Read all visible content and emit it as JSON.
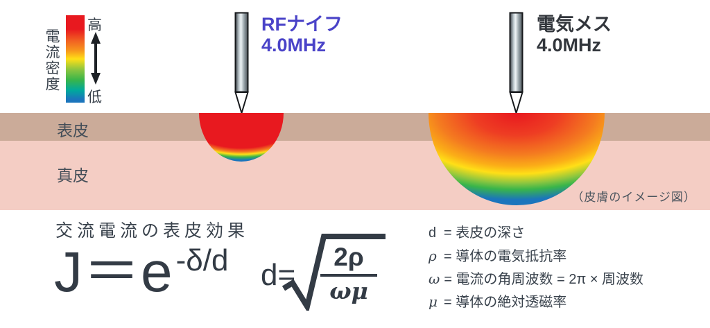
{
  "legend": {
    "title": "電流密度",
    "high": "高",
    "low": "低"
  },
  "probes": {
    "rf": {
      "name": "RFナイフ",
      "freq": "4.0MHz"
    },
    "electric": {
      "name": "電気メス",
      "freq": "4.0MHz"
    }
  },
  "skin": {
    "epidermis_label": "表皮",
    "dermis_label": "真皮",
    "note": "（皮膚のイメージ図）"
  },
  "formulas": {
    "heading": "交流電流の表皮効果",
    "j_base": "J＝e",
    "j_sup": "-δ/d",
    "d_lead": "d=",
    "d_num": "2ρ",
    "d_den": "ωμ",
    "defs": [
      {
        "symbol": "d",
        "rest": "= 表皮の深さ"
      },
      {
        "symbol": "ρ",
        "rest": "= 導体の電気抵抗率"
      },
      {
        "symbol": "ω",
        "rest": "= 電流の角周波数 = 2π × 周波数"
      },
      {
        "symbol": "μ",
        "rest": "= 導体の絶対透磁率"
      }
    ]
  },
  "colors": {
    "rf-label": "#4a43c8",
    "es-label": "#32363c",
    "ink": "#39424c",
    "epidermis": "#cbab99",
    "dermis": "#f4cdc4",
    "c-red": "#e8191f",
    "c-orange": "#f47b20",
    "c-yellow": "#ffdf17",
    "c-green": "#39b54a",
    "c-blue": "#1b75bc"
  }
}
